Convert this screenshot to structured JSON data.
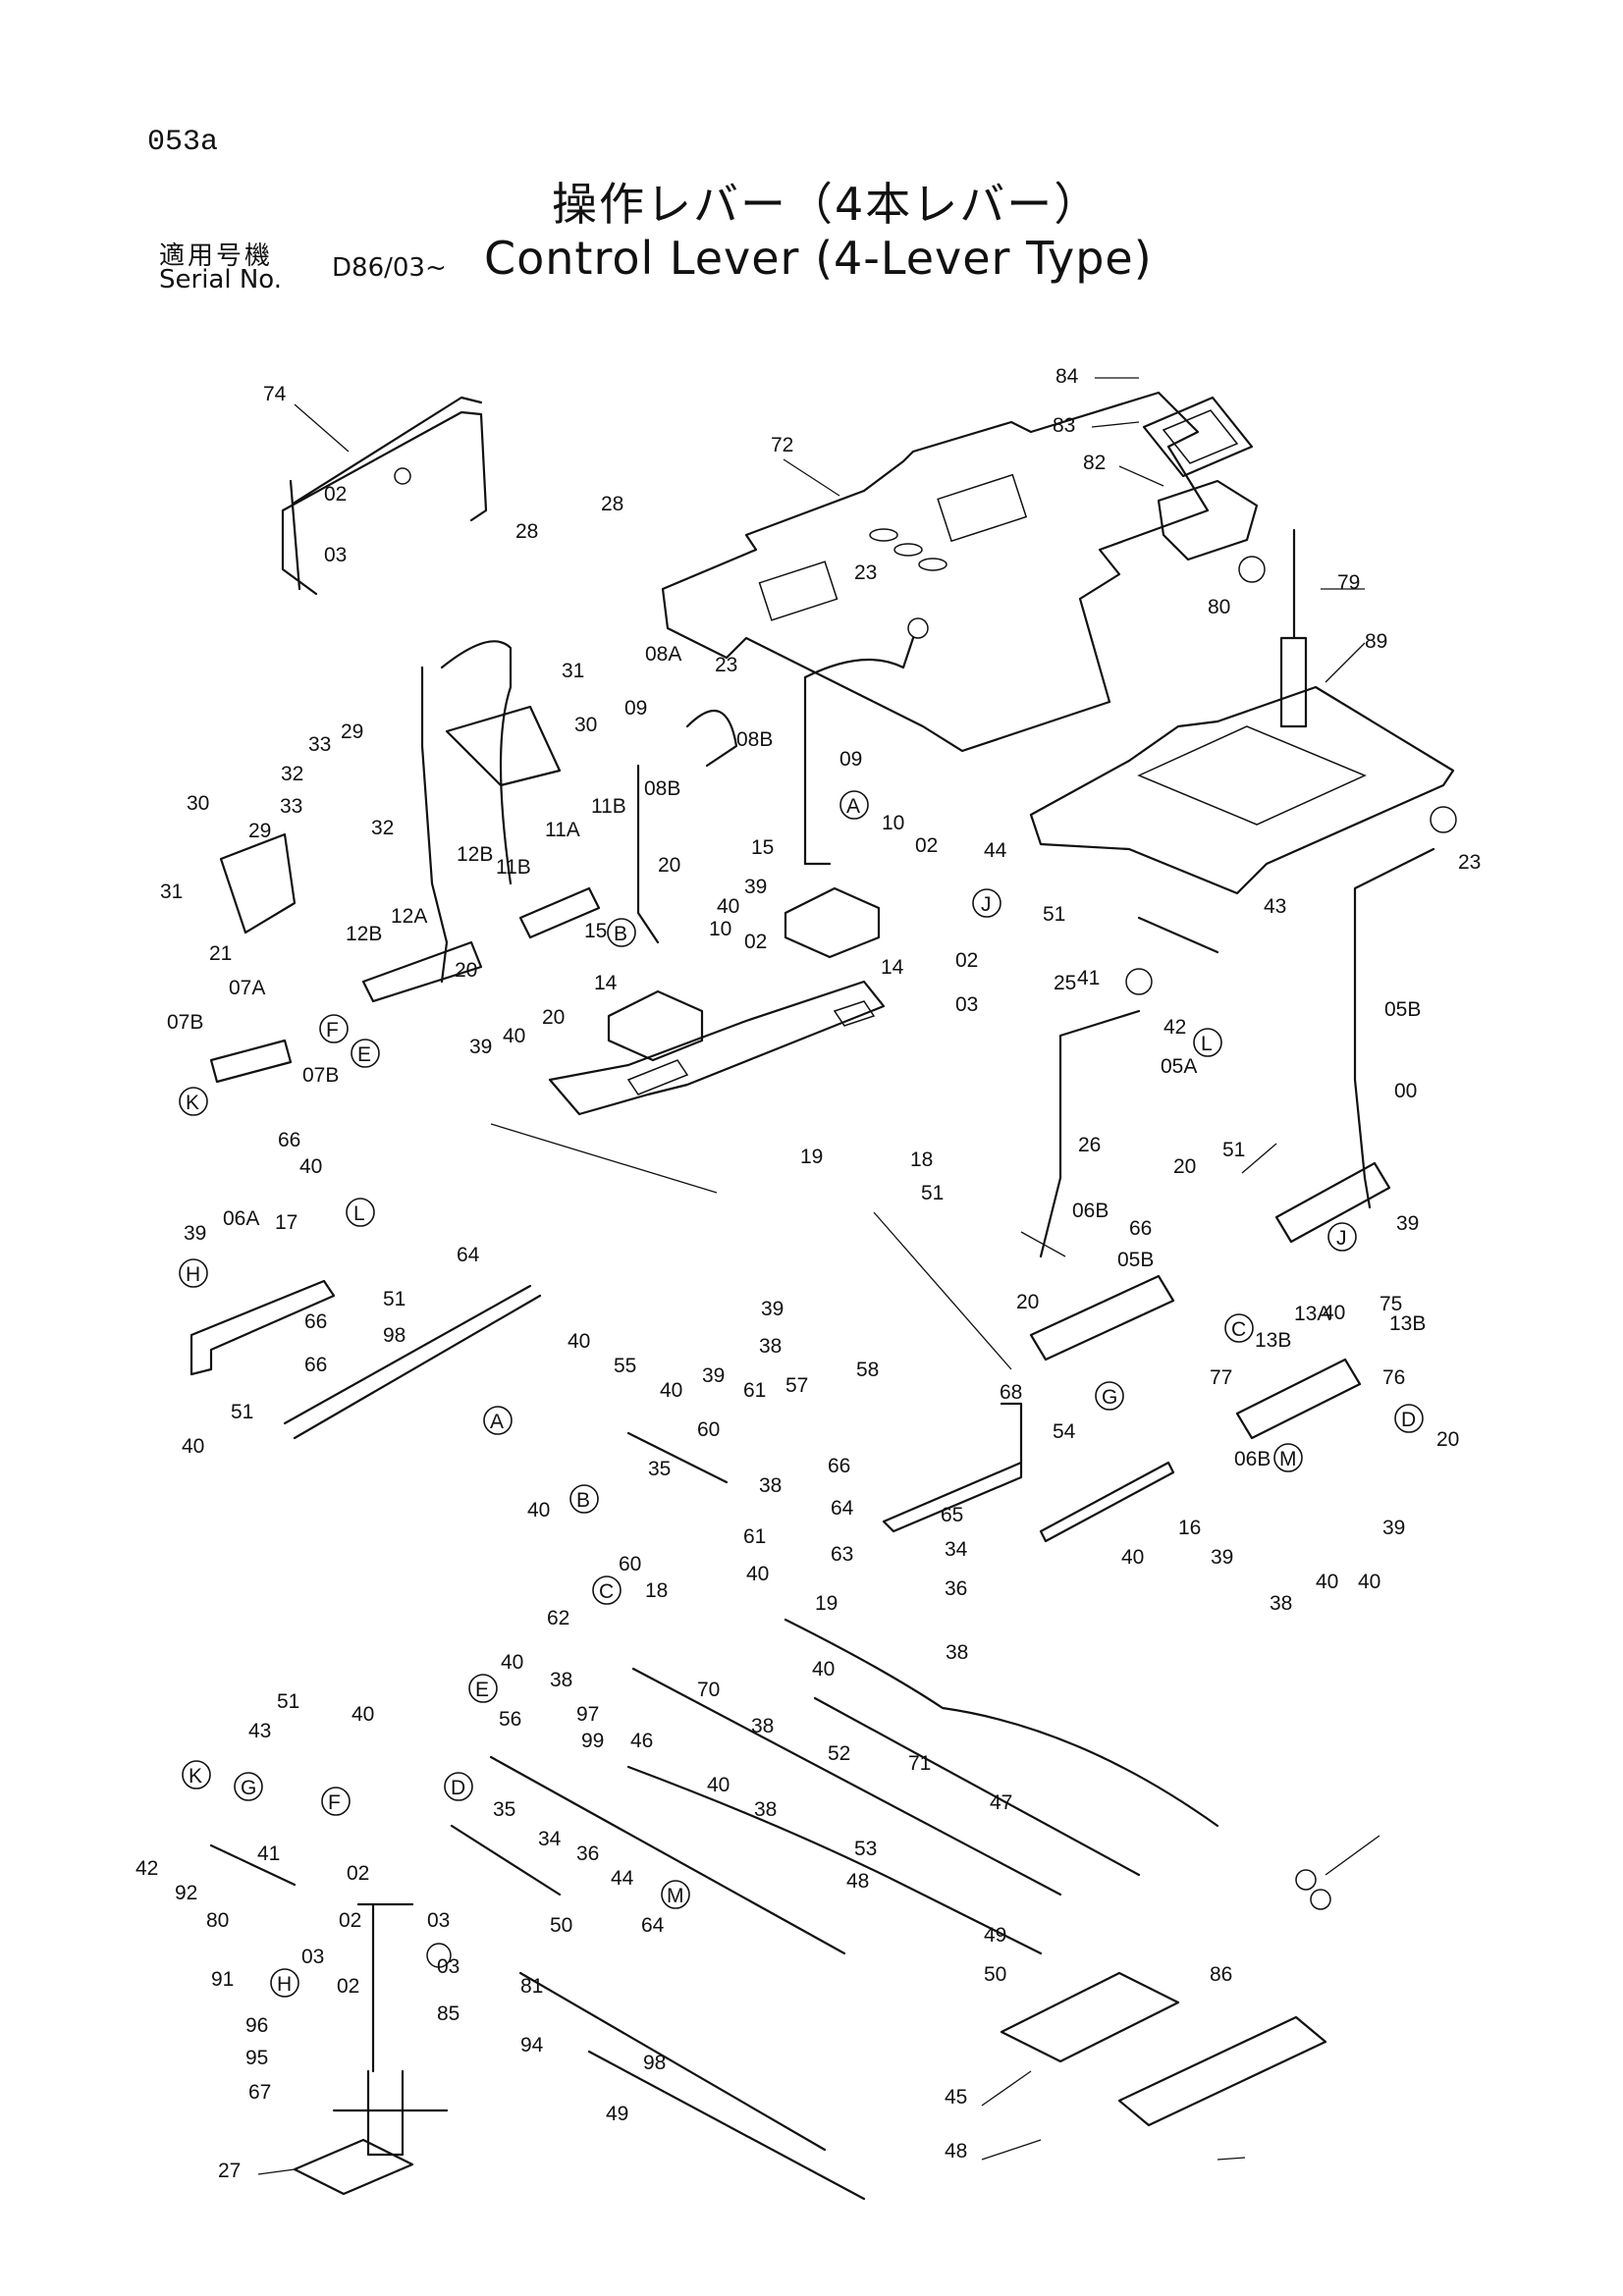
{
  "header": {
    "page_code": "053a",
    "title_jp": "操作レバー（4本レバー）",
    "serial_label_jp": "適用号機",
    "serial_label_en": "Serial No.",
    "serial_value": "D86/03~",
    "title_en": "Control Lever (4-Lever Type)"
  },
  "callouts": [
    "74",
    "02",
    "03",
    "28",
    "28",
    "72",
    "84",
    "83",
    "82",
    "80",
    "79",
    "89",
    "23",
    "23",
    "23",
    "31",
    "30",
    "29",
    "33",
    "32",
    "33",
    "29",
    "32",
    "30",
    "31",
    "21",
    "07A",
    "07B",
    "07B",
    "11B",
    "11A",
    "11B",
    "12B",
    "12B",
    "12A",
    "20",
    "20",
    "39",
    "40",
    "08A",
    "09",
    "08B",
    "08B",
    "09",
    "20",
    "15",
    "39",
    "40",
    "15",
    "10",
    "02",
    "10",
    "02",
    "14",
    "14",
    "02",
    "03",
    "44",
    "51",
    "41",
    "43",
    "25",
    "42",
    "05A",
    "05B",
    "00",
    "19",
    "18",
    "51",
    "66",
    "40",
    "39",
    "06A",
    "26",
    "06B",
    "05B",
    "66",
    "51",
    "20",
    "39",
    "40",
    "75",
    "13B",
    "13A",
    "13B",
    "77",
    "76",
    "20",
    "06B",
    "20",
    "54",
    "17",
    "64",
    "66",
    "51",
    "98",
    "66",
    "51",
    "40",
    "39",
    "38",
    "40",
    "55",
    "40",
    "39",
    "60",
    "61",
    "57",
    "58",
    "68",
    "66",
    "65",
    "34",
    "36",
    "35",
    "40",
    "60",
    "38",
    "61",
    "64",
    "63",
    "40",
    "19",
    "18",
    "16",
    "39",
    "40",
    "40",
    "39",
    "38",
    "40",
    "62",
    "40",
    "38",
    "70",
    "38",
    "40",
    "38",
    "40",
    "56",
    "97",
    "99",
    "46",
    "52",
    "71",
    "47",
    "40",
    "38",
    "34",
    "35",
    "36",
    "44",
    "51",
    "43",
    "41",
    "42",
    "92",
    "02",
    "80",
    "91",
    "02",
    "03",
    "03",
    "02",
    "03",
    "85",
    "96",
    "95",
    "67",
    "27",
    "81",
    "94",
    "64",
    "98",
    "49",
    "50",
    "53",
    "48",
    "49",
    "50",
    "45",
    "48",
    "86"
  ],
  "ref_letters": [
    "A",
    "B",
    "C",
    "D",
    "E",
    "F",
    "G",
    "H",
    "J",
    "K",
    "L",
    "M"
  ]
}
